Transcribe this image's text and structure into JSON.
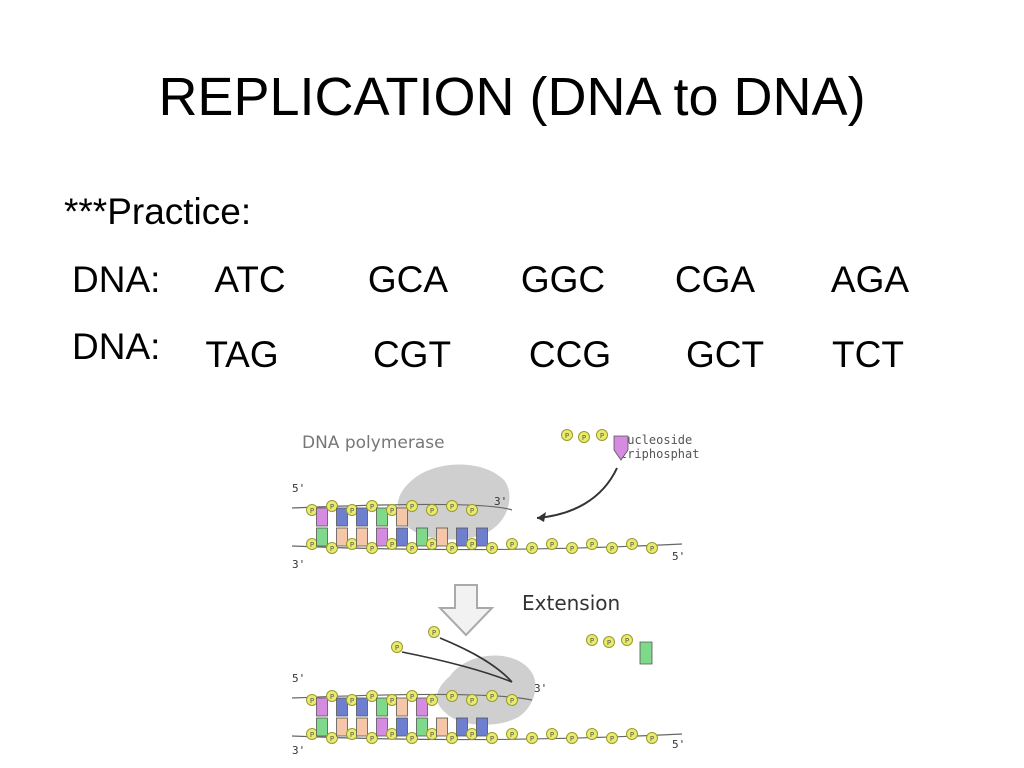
{
  "slide": {
    "title": "REPLICATION (DNA to DNA)",
    "practice": "***Practice:",
    "row1": {
      "label": "DNA:",
      "codons": [
        "ATC",
        "GCA",
        "GGC",
        "CGA",
        "AGA"
      ]
    },
    "row2": {
      "label": "DNA:",
      "codons": [
        "TAG",
        "CGT",
        "CCG",
        "GCT",
        "TCT"
      ]
    }
  },
  "figure": {
    "polymerase_label": "DNA polymerase",
    "nucleoside_label_1": "nucleoside",
    "nucleoside_label_2": "triphosphat",
    "extension_label": "Extension",
    "end_5": "5'",
    "end_3": "3'",
    "phosphate": "P",
    "colors": {
      "T": "#d58be0",
      "A": "#7fd98a",
      "G": "#6f7fd0",
      "C": "#f5c6a8",
      "phosphate": "#e8ec6a",
      "enzyme": "#cfcfcf"
    }
  }
}
